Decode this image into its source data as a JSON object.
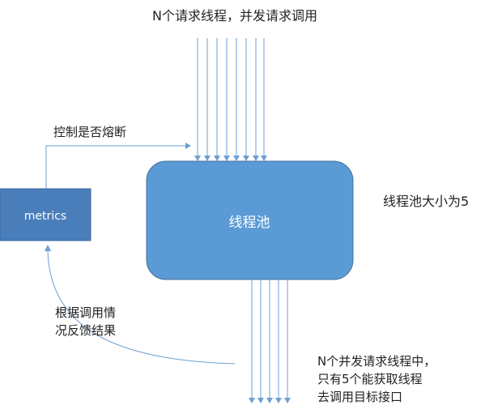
{
  "labels": {
    "top_requests": "N个请求线程，并发请求调用",
    "fuse_control": "控制是否熔断",
    "pool_size": "线程池大小为5",
    "feedback_line1": "根据调用情",
    "feedback_line2": "况反馈结果",
    "bottom_line1": "N个并发请求线程中，",
    "bottom_line2": "只有5个能获取线程",
    "bottom_line3": "去调用目标接口"
  },
  "nodes": {
    "thread_pool": "线程池",
    "metrics": "metrics"
  },
  "colors": {
    "pool_fill": "#5b9bd5",
    "pool_stroke": "#41719c",
    "metrics_fill": "#4a7ebb",
    "arrow": "#6e9fd3"
  }
}
